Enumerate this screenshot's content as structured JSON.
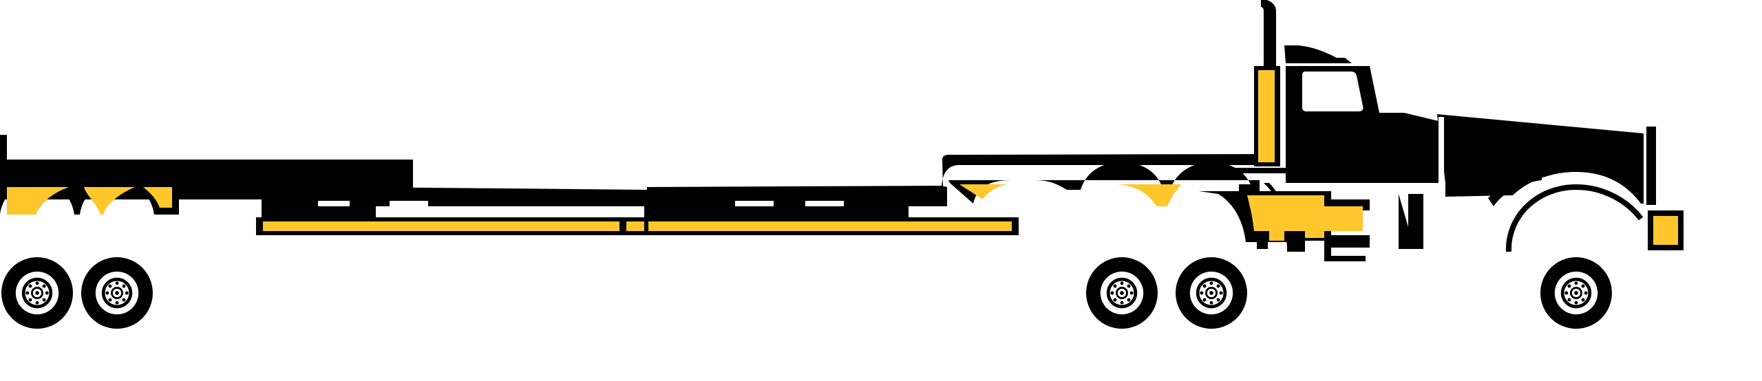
{
  "drawing": {
    "subject": "lowboy-trailer-with-truck-tractor",
    "colors": {
      "outline": "#000000",
      "accent": "#FFC72C",
      "background": "#FFFFFF"
    },
    "wheel_groups": [
      {
        "name": "trailer-rear-axle",
        "wheels": 2
      },
      {
        "name": "tractor-drive-axle",
        "wheels": 2
      },
      {
        "name": "tractor-steer-axle",
        "wheels": 1
      }
    ]
  }
}
